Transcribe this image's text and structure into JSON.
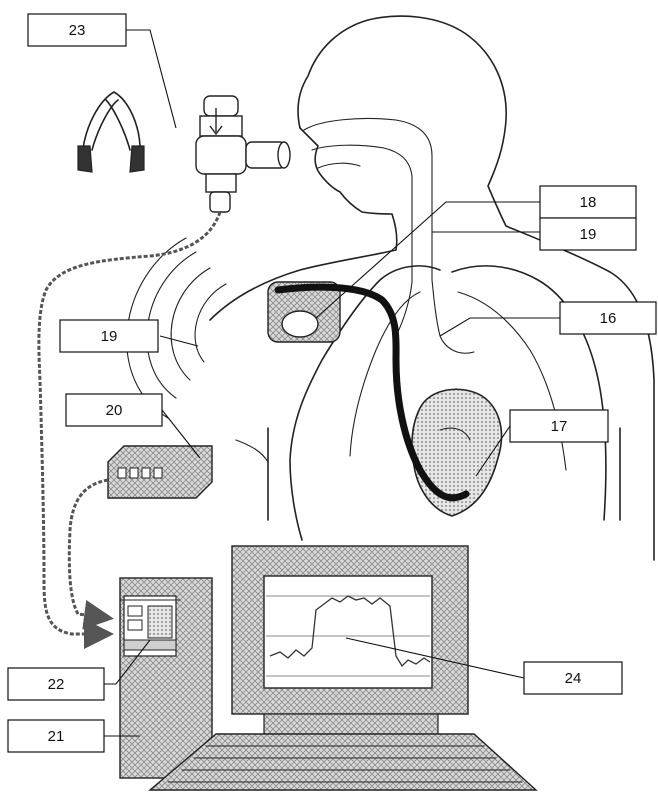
{
  "labels": {
    "l16": "16",
    "l17": "17",
    "l18": "18",
    "l19a": "19",
    "l19b": "19",
    "l20": "20",
    "l21": "21",
    "l22": "22",
    "l23": "23",
    "l24": "24"
  },
  "colors": {
    "line": "#222222",
    "catheter": "#111111",
    "hatch": "#9a9a9a",
    "background": "#ffffff"
  },
  "icons": [
    "headphones-icon",
    "breathing-valve-icon",
    "transmitter-pad-icon",
    "receiver-box-icon",
    "computer-tower-icon",
    "monitor-icon",
    "keyboard-icon"
  ]
}
